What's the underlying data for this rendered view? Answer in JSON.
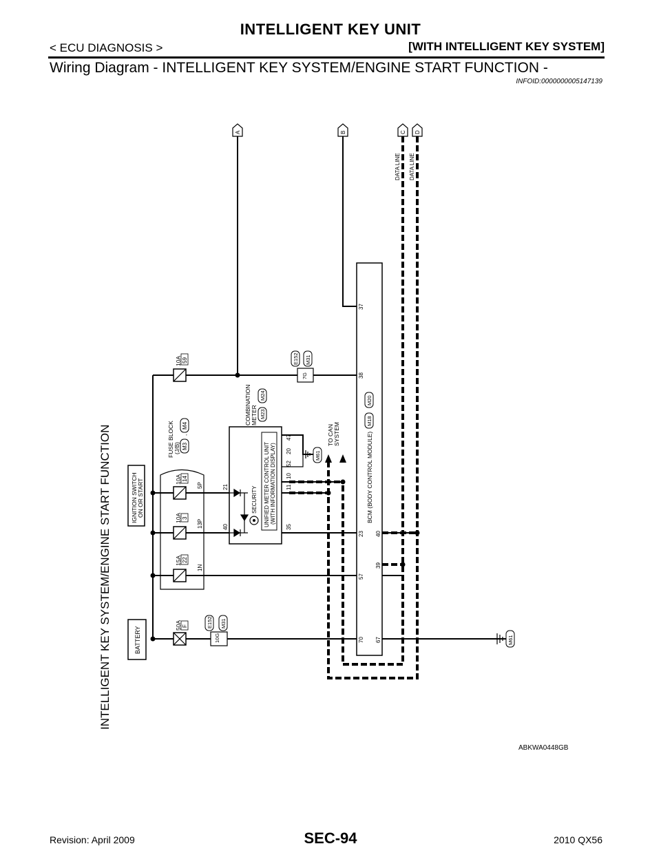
{
  "header": {
    "title": "INTELLIGENT KEY UNIT",
    "section": "< ECU DIAGNOSIS >",
    "system": "[WITH INTELLIGENT KEY SYSTEM]"
  },
  "section_title": "Wiring Diagram - INTELLIGENT KEY SYSTEM/ENGINE START FUNCTION -",
  "info_id": "INFOID:0000000005147139",
  "diagram": {
    "side_title": "INTELLIGENT KEY SYSTEM/ENGINE START FUNCTION",
    "battery": "BATTERY",
    "ignition_switch": [
      "IGNITION SWITCH",
      "ON OR START"
    ],
    "fuse_block": [
      "FUSE BLOCK",
      "(J/B)"
    ],
    "fuse_block_connectors": [
      "M3",
      "M4"
    ],
    "fuses": [
      {
        "rating": "50A",
        "number": "F"
      },
      {
        "rating": "15A",
        "number": "22"
      },
      {
        "rating": "10A",
        "number": "3"
      },
      {
        "rating": "10A",
        "number": "14"
      },
      {
        "rating": "10A",
        "number": "59"
      }
    ],
    "fuse_pins": [
      "1N",
      "13P",
      "5P"
    ],
    "joint_connectors": [
      "E152",
      "M31"
    ],
    "joint_pins": [
      "10G",
      "7G"
    ],
    "combination_meter": [
      "COMBINATION",
      "METER"
    ],
    "combination_meter_connectors": [
      "M23",
      "M24"
    ],
    "meter_unit": [
      "UNIFIED METER CONTROL UNIT",
      "(WITH INFORMATION DISPLAY)"
    ],
    "security": "SECURITY",
    "meter_pins_top": [
      "40",
      "21"
    ],
    "meter_pins_bottom": [
      "35",
      "11",
      "10",
      "52",
      "20",
      "47"
    ],
    "ground": "M61",
    "to_can": [
      "TO CAN",
      "SYSTEM"
    ],
    "bcm": "BCM (BODY CONTROL MODULE)",
    "bcm_connectors": [
      "M18",
      "M20"
    ],
    "bcm_pins_top": [
      "70",
      "57",
      "23",
      "38",
      "37"
    ],
    "bcm_pins_bottom": [
      "67",
      "39",
      "40"
    ],
    "data_line": "DATA LINE",
    "terminals": [
      "A",
      "B",
      "C",
      "D"
    ]
  },
  "figure_code": "ABKWA0448GB",
  "footer": {
    "revision": "Revision: April 2009",
    "page": "SEC-94",
    "model": "2010 QX56"
  }
}
